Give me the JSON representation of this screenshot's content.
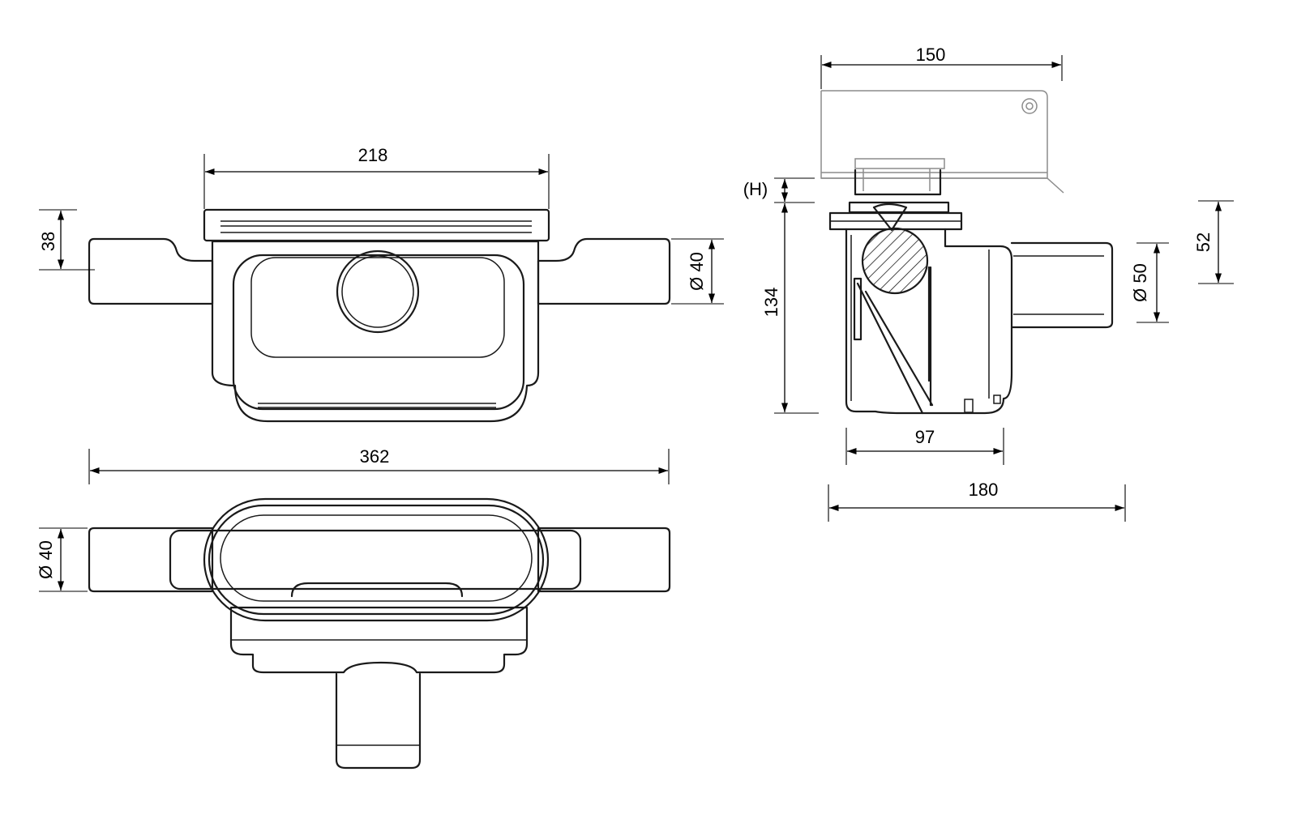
{
  "dimensions": {
    "front_width": "218",
    "front_height": "38",
    "front_outlet": "Ø 40",
    "overall_width": "362",
    "bottom_outlet": "Ø 40",
    "side_top_width": "150",
    "side_height_h": "(H)",
    "side_height": "134",
    "side_depth_97": "97",
    "side_depth_180": "180",
    "side_outlet": "Ø 50",
    "side_outlet_height": "52"
  },
  "colors": {
    "line": "#1a1a1a",
    "ghost": "#8c8c8c",
    "background": "#ffffff"
  }
}
